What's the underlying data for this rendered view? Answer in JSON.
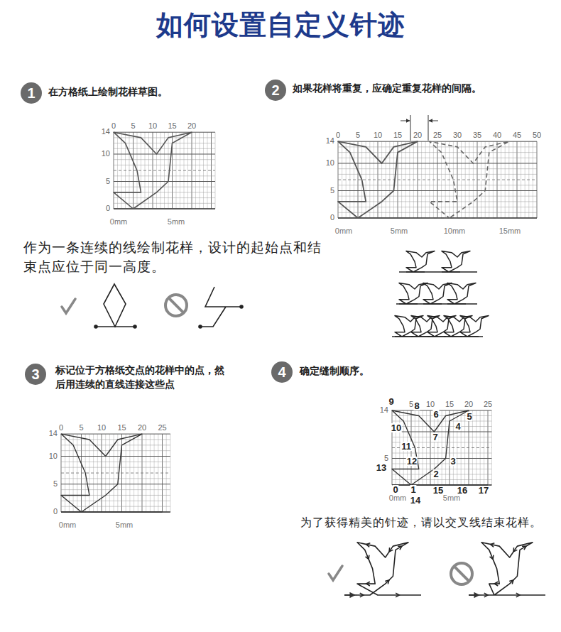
{
  "diagram": {
    "title": "如何设置自定义针迹",
    "nodes": [
      {
        "text": [
          "1"
        ]
      },
      {
        "text": [
          "2"
        ]
      },
      {
        "text": [
          "3"
        ]
      },
      {
        "text": [
          "4"
        ]
      }
    ],
    "labels": [
      "在方格纸上绘制花样草图。",
      "如果花样将重复，应确定重复花样的间隔。",
      "标记位于方格纸交点的花样中的点，然后用连续的直线连接这些点",
      "确定缝制顺序。",
      "作为一条连续的线绘制花样，设计的起始点和结束点应位于同一高度。",
      "为了获得精美的针迹，请以交叉线结束花样。",
      "0",
      "5",
      "10",
      "15",
      "20",
      "14",
      "10",
      "5",
      "0",
      "0mm",
      "5mm",
      "0",
      "5",
      "10",
      "15",
      "20",
      "25",
      "30",
      "35",
      "40",
      "45",
      "50",
      "14",
      "10",
      "5",
      "0",
      "0mm",
      "5mm",
      "10mm",
      "15mm",
      "0",
      "5",
      "10",
      "15",
      "20",
      "25",
      "14",
      "10",
      "5",
      "0",
      "0mm",
      "5mm",
      "5",
      "10",
      "15",
      "20",
      "25",
      "14",
      "5",
      "0mm",
      "5mm",
      "9",
      "8",
      "6",
      "5",
      "10",
      "7",
      "4",
      "11",
      "3",
      "12",
      "13",
      "2",
      "0",
      "1",
      "15",
      "16",
      "17",
      "14"
    ]
  }
}
